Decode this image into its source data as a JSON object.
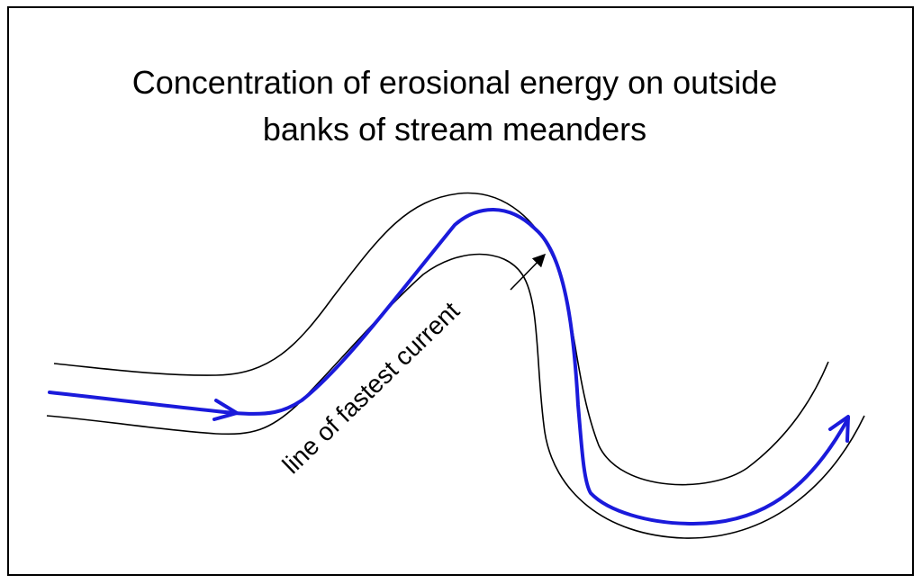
{
  "diagram": {
    "title_line1": "Concentration of erosional energy on outside",
    "title_line2": "banks of stream meanders",
    "current_label": "line of fastest current",
    "colors": {
      "banks": "#000000",
      "current_line": "#1a1adb",
      "border": "#000000"
    }
  }
}
